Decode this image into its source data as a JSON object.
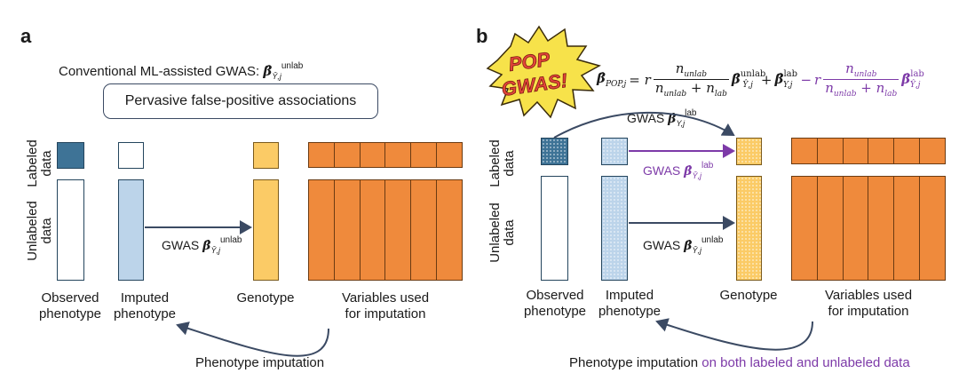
{
  "panel_a": {
    "letter": "a",
    "title_text": "Conventional ML-assisted GWAS: ",
    "title_beta": "β̂",
    "title_sub": "Ŷ,j",
    "title_sup": "unlab",
    "banner": "Pervasive false-positive associations",
    "row_labels": [
      "Labeled data",
      "Unlabeled data"
    ],
    "row_label_labeled": "Labeled",
    "row_label_data1": "data",
    "row_label_unlabeled": "Unlabeled",
    "row_label_data2": "data",
    "gwas_text": "GWAS ",
    "gwas_sub": "Ŷ,j",
    "gwas_sup": "unlab",
    "col_observed_1": "Observed",
    "col_observed_2": "phenotype",
    "col_imputed_1": "Imputed",
    "col_imputed_2": "phenotype",
    "col_genotype": "Genotype",
    "col_variables_1": "Variables used",
    "col_variables_2": "for imputation",
    "imputation_label": "Phenotype imputation"
  },
  "panel_b": {
    "letter": "b",
    "burst_1": "POP",
    "burst_2": "GWAS!",
    "formula": {
      "lhs_sub": "POP,j",
      "r": "r",
      "n_unlab": "n",
      "n_unlab_sub": "unlab",
      "n_lab": "n",
      "n_lab_sub": "lab",
      "plus": "+",
      "minus": "−",
      "sub_yhat": "Ŷ,j",
      "sub_y": "Y,j",
      "sup_unlab": "unlab",
      "sup_lab": "lab"
    },
    "gwas_top_text": "GWAS ",
    "gwas_top_sub": "Y,j",
    "gwas_top_sup": "lab",
    "gwas_mid_text": "GWAS ",
    "gwas_mid_sub": "Ŷ,j",
    "gwas_mid_sup": "lab",
    "gwas_bot_text": "GWAS ",
    "gwas_bot_sub": "Ŷ,j",
    "gwas_bot_sup": "unlab",
    "row_label_labeled": "Labeled",
    "row_label_data1": "data",
    "row_label_unlabeled": "Unlabeled",
    "row_label_data2": "data",
    "col_observed_1": "Observed",
    "col_observed_2": "phenotype",
    "col_imputed_1": "Imputed",
    "col_imputed_2": "phenotype",
    "col_genotype": "Genotype",
    "col_variables_1": "Variables used",
    "col_variables_2": "for imputation",
    "imputation_label_1": "Phenotype imputation ",
    "imputation_label_2": "on both labeled and unlabeled data"
  },
  "colors": {
    "observed_labeled": "#3e7396",
    "imputed": "#bcd4ea",
    "genotype": "#fbcb66",
    "variables": "#ef8a3c",
    "arrow": "#3b4a63",
    "purple": "#7d3aa8",
    "burst_yellow": "#f7e24a",
    "burst_red": "#e4463a"
  }
}
